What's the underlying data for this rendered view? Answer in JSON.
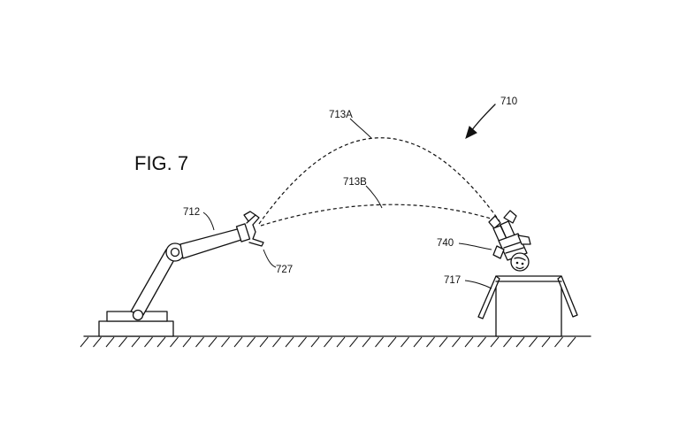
{
  "figure": {
    "title": "FIG. 7",
    "labels": {
      "system": "710",
      "robot_arm": "712",
      "trajectory_a": "713A",
      "trajectory_b": "713B",
      "container": "717",
      "end_effector": "727",
      "item": "740"
    }
  },
  "colors": {
    "ink": "#111111",
    "background": "#ffffff"
  }
}
